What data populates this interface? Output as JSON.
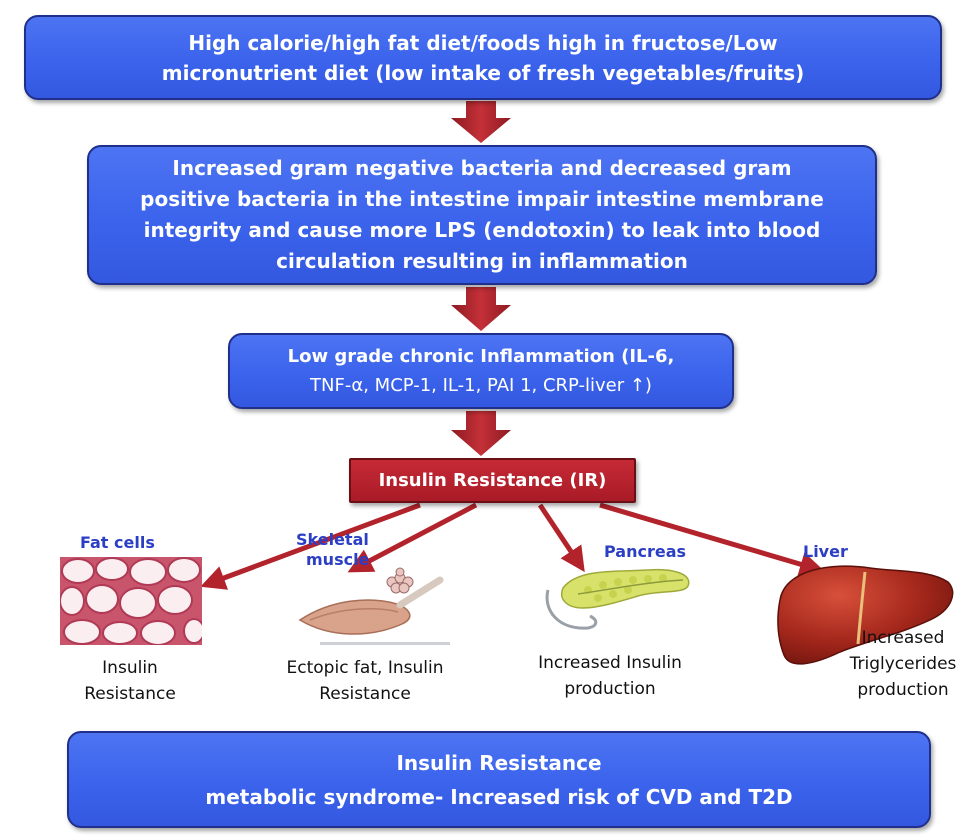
{
  "boxes": {
    "diet": {
      "lines": [
        "High calorie/high fat diet/foods high in fructose/Low",
        "micronutrient diet (low intake of fresh vegetables/fruits)"
      ]
    },
    "bacteria": {
      "lines": [
        "Increased gram negative bacteria and decreased gram",
        "positive bacteria in the intestine impair intestine membrane",
        "integrity and cause more LPS (endotoxin) to leak into blood",
        "circulation resulting in inflammation"
      ]
    },
    "inflammation": {
      "line1": "Low grade chronic Inflammation  (IL-6,",
      "line2": "TNF-α, MCP-1, IL-1, PAI 1, CRP-liver ↑)"
    },
    "insulin_resistance": {
      "label": "Insulin Resistance (IR)"
    },
    "outcome": {
      "lines": [
        "Insulin Resistance",
        "metabolic syndrome- Increased risk of CVD and T2D"
      ]
    }
  },
  "organs": [
    {
      "title": "Fat cells",
      "caption": [
        "Insulin",
        "Resistance"
      ]
    },
    {
      "title": "Skeletal muscle",
      "title_lines": [
        "Skeletal",
        "muscle"
      ],
      "caption": [
        "Ectopic fat, Insulin",
        "Resistance"
      ]
    },
    {
      "title": "Pancreas",
      "caption": [
        "Increased Insulin",
        "production"
      ]
    },
    {
      "title": "Liver",
      "caption": [
        "Increased",
        "Triglycerides",
        "production"
      ]
    }
  ],
  "colors": {
    "box_blue": "#3b63ec",
    "box_red": "#a91b27",
    "arrow_red": "#b3232b",
    "organ_title": "#2c3fc4"
  }
}
